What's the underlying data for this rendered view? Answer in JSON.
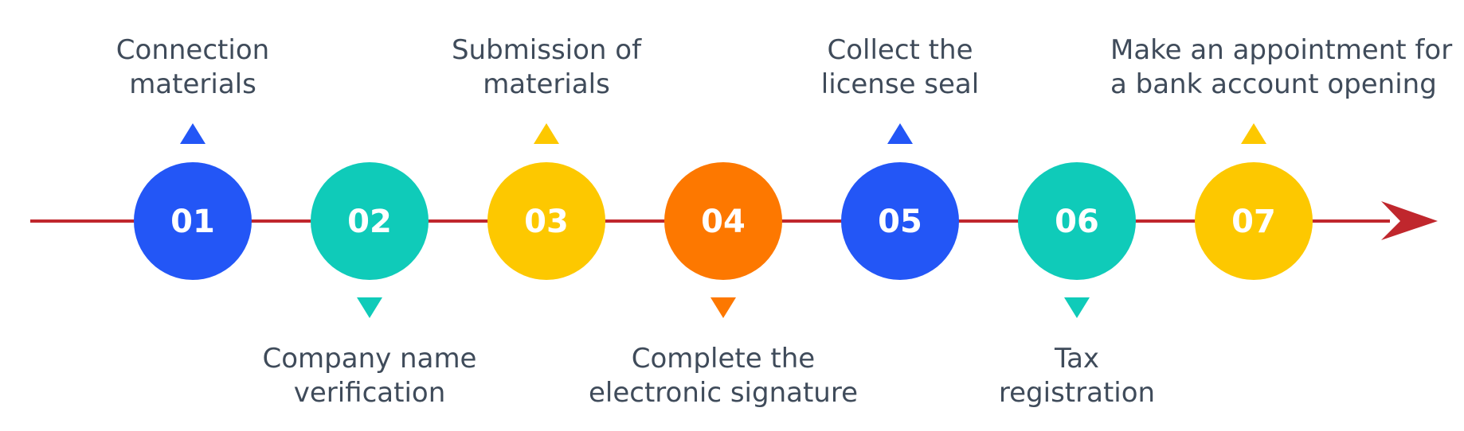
{
  "timeline": {
    "arrow_color": "#c0272d",
    "steps": [
      {
        "number": "01",
        "color": "#2356f6",
        "position": "above",
        "lines": [
          "Connection",
          "materials"
        ]
      },
      {
        "number": "02",
        "color": "#0fcbb9",
        "position": "below",
        "lines": [
          "Company name",
          "verification"
        ]
      },
      {
        "number": "03",
        "color": "#fdc800",
        "position": "above",
        "lines": [
          "Submission of",
          "materials"
        ]
      },
      {
        "number": "04",
        "color": "#fd7800",
        "position": "below",
        "lines": [
          "Complete the",
          "electronic signature"
        ]
      },
      {
        "number": "05",
        "color": "#2356f6",
        "position": "above",
        "lines": [
          "Collect the",
          "license seal"
        ]
      },
      {
        "number": "06",
        "color": "#0fcbb9",
        "position": "below",
        "lines": [
          "Tax",
          "registration"
        ]
      },
      {
        "number": "07",
        "color": "#fdc800",
        "position": "above",
        "lines": [
          "Make an appointment for",
          "a bank account opening"
        ]
      }
    ]
  }
}
